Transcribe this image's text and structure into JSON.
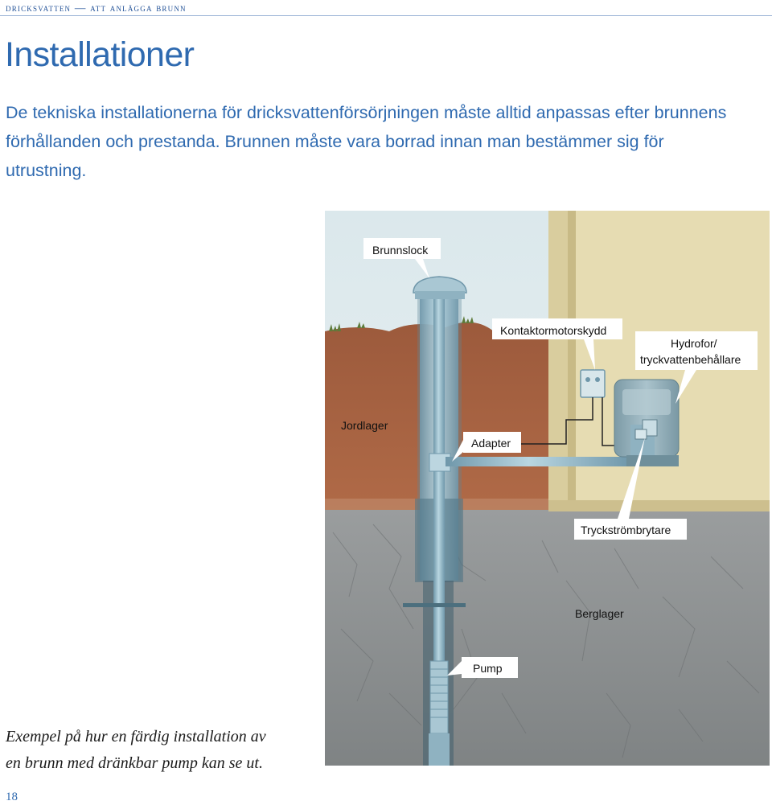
{
  "header": {
    "running_head": "DRICKSVATTEN — ATT ANLÄGGA BRUNN"
  },
  "page": {
    "title": "Installationer",
    "intro": "De tekniska installationerna för dricksvattenförsörjningen måste alltid anpassas efter brunnens förhållanden och prestanda. Brunnen måste vara borrad innan man bestämmer sig för utrustning.",
    "caption_line1": "Exempel på hur en färdig installation av",
    "caption_line2": "en brunn med dränkbar pump kan se ut.",
    "page_number": "18"
  },
  "figure": {
    "labels": {
      "brunnslock": "Brunnslock",
      "kontaktor": "Kontaktormotorskydd",
      "hydrofor_line1": "Hydrofor/",
      "hydrofor_line2": "tryckvattenbehållare",
      "jordlager": "Jordlager",
      "adapter": "Adapter",
      "tryckstrombrytare": "Tryckströmbrytare",
      "berglager": "Berglager",
      "pump": "Pump"
    },
    "colors": {
      "sky": "#e3eef0",
      "wall": "#eae3bd",
      "soil": "#a5603f",
      "rock": "#8e9293",
      "pipe": "#9fc1d0",
      "label_bg": "#ffffff"
    }
  }
}
